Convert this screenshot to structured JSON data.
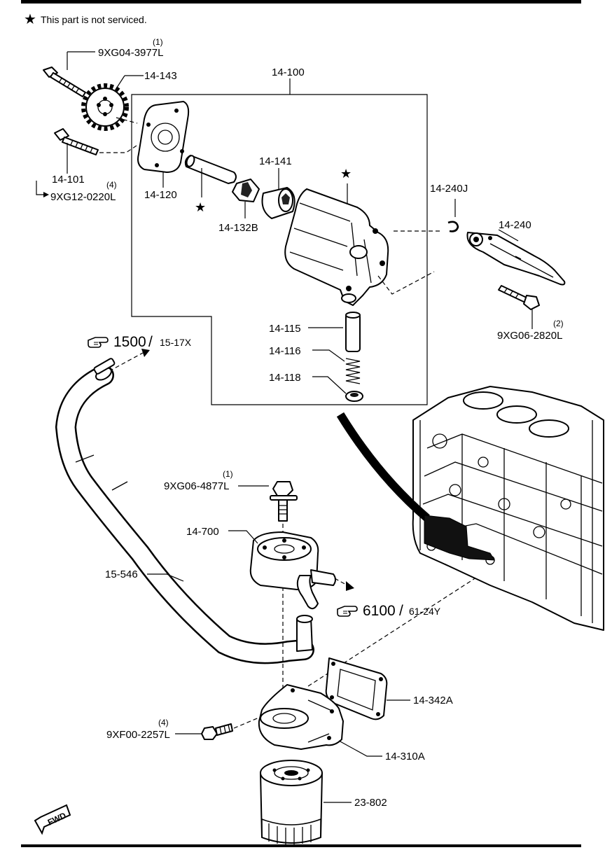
{
  "note": {
    "star_symbol": "★",
    "text": "This part is not serviced."
  },
  "callouts": {
    "p14_100": "14-100",
    "p9xg04": {
      "label": "9XG04-3977L",
      "qty": "(1)"
    },
    "p14_143": "14-143",
    "p14_101": "14-101",
    "p9xg12": {
      "label": "9XG12-0220L",
      "qty": "(4)"
    },
    "p14_120": "14-120",
    "p14_141": "14-141",
    "p14_132b": "14-132B",
    "p14_240j": "14-240J",
    "p14_240": "14-240",
    "p9xg06_2820": {
      "label": "9XG06-2820L",
      "qty": "(2)"
    },
    "p14_115": "14-115",
    "p14_116": "14-116",
    "p14_118": "14-118",
    "p9xg06_4877": {
      "label": "9XG06-4877L",
      "qty": "(1)"
    },
    "p14_700": "14-700",
    "p15_546": "15-546",
    "p14_342a": "14-342A",
    "p9xf00": {
      "label": "9XF00-2257L",
      "qty": "(4)"
    },
    "p14_310a": "14-310A",
    "p23_802": "23-802"
  },
  "refs": {
    "ref1500": {
      "main": "1500",
      "sub": "15-17X"
    },
    "ref6100": {
      "main": "6100",
      "sub": "61-24Y"
    }
  },
  "fwd_label": "FWD",
  "icons": [
    "star-icon",
    "pointing-hand-icon",
    "fwd-arrow-icon"
  ]
}
